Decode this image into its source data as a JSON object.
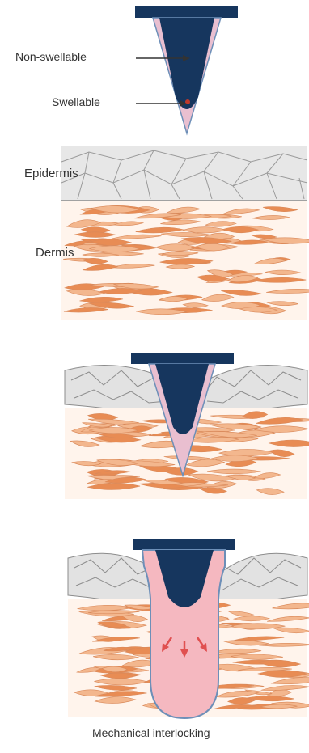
{
  "labels": {
    "non_swellable": "Non-swellable",
    "swellable": "Swellable",
    "epidermis": "Epidermis",
    "dermis": "Dermis",
    "mechanical_interlocking": "Mechanical interlocking"
  },
  "colors": {
    "needle_core": "#16365e",
    "swellable_layer": "#e9bfd0",
    "swollen_layer": "#f5b8c0",
    "needle_outline": "#6d8fb8",
    "epidermis_fill": "#e7e7e7",
    "epidermis_lines": "#9a9a9a",
    "dermis_fiber": "#f3b78e",
    "dermis_fiber_dark": "#e88c54",
    "arrow": "#e05050",
    "text": "#333333"
  },
  "stages": [
    "needle-structure",
    "skin-layers",
    "insertion",
    "swelling"
  ]
}
